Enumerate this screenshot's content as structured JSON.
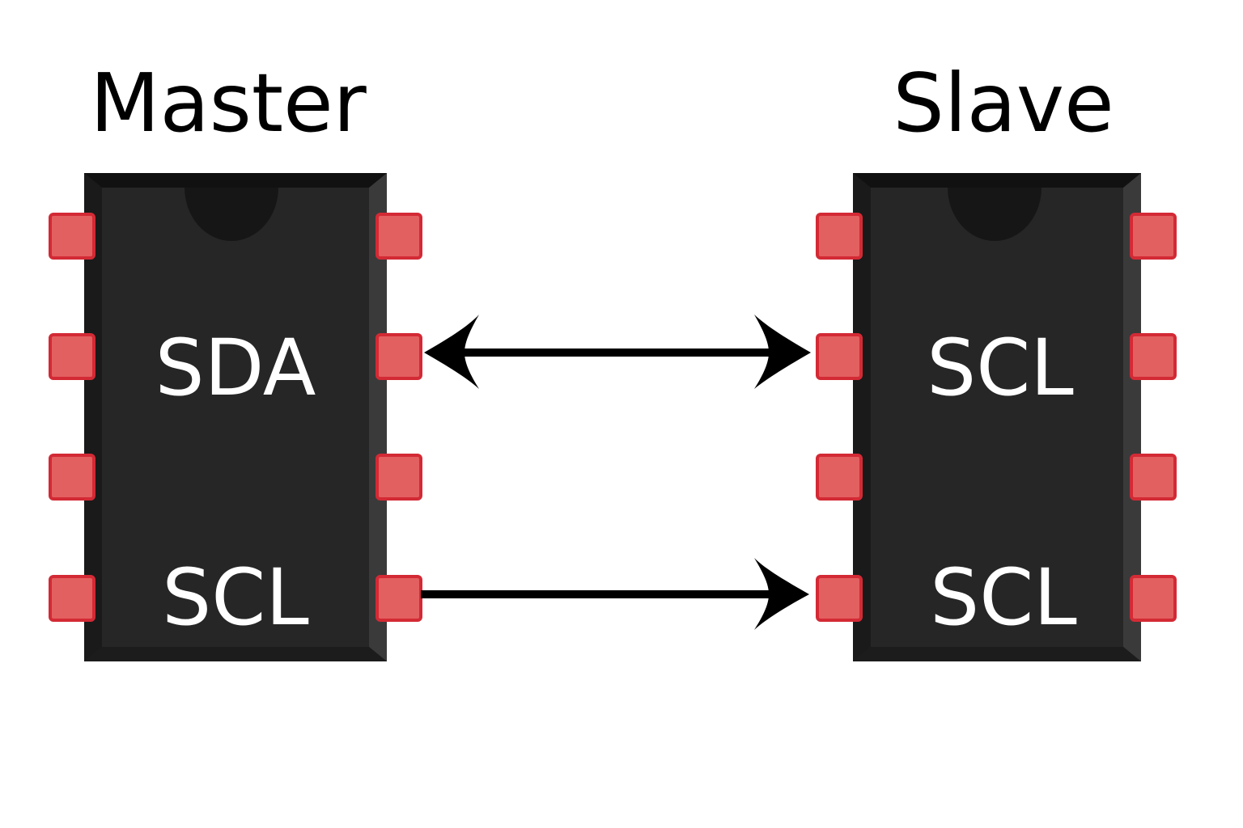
{
  "master": {
    "title": "Master",
    "labels": [
      "SDA",
      "SCL"
    ]
  },
  "slave": {
    "title": "Slave",
    "labels": [
      "SCL",
      "SCL"
    ]
  },
  "connections": [
    {
      "from": "master-sda",
      "to": "slave-upper",
      "direction": "bidirectional"
    },
    {
      "from": "master-scl",
      "to": "slave-lower",
      "direction": "forward"
    }
  ],
  "colors": {
    "chip_body": "#262626",
    "chip_bevel": "#3a3a3a",
    "chip_notch": "#161616",
    "pin_fill": "#e36060",
    "pin_stroke": "#d32a35",
    "arrow": "#000000"
  }
}
